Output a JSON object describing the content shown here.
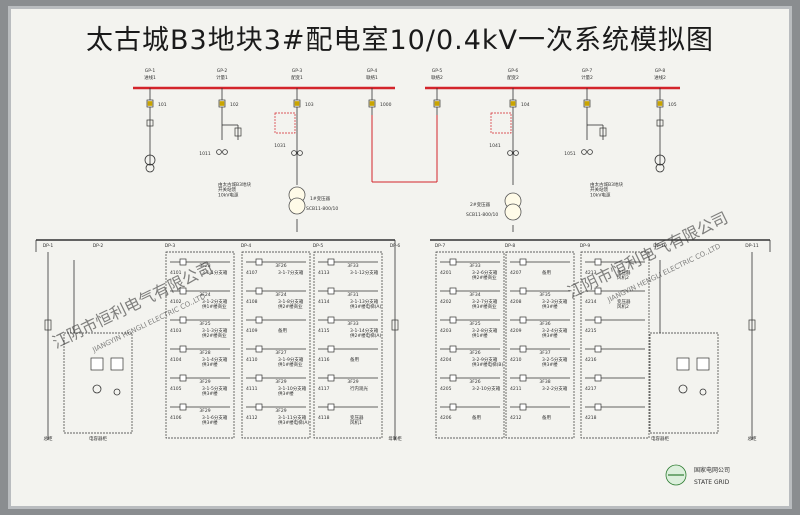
{
  "title": "太古城B3地块3#配电室10/0.4kV一次系统模拟图",
  "logo": {
    "cn": "国家电网公司",
    "en": "STATE GRID"
  },
  "watermark": {
    "cn": "江阴市恒利电气有限公司",
    "en": "JIANGYIN HENGLI ELECTRIC CO.,LTD"
  },
  "hv_left": {
    "cabinets": [
      {
        "id": "GP-1",
        "name": "进线1"
      },
      {
        "id": "GP-2",
        "name": "计量1"
      },
      {
        "id": "GP-3",
        "name": "配变1"
      },
      {
        "id": "GP-4",
        "name": "联络1"
      }
    ],
    "switches": [
      "101",
      "102",
      "103",
      "1000"
    ],
    "ct": [
      "1011",
      "1031"
    ],
    "feed_note": "由太古城B3地块\n开关站馈\n10kV电源"
  },
  "hv_right": {
    "cabinets": [
      {
        "id": "GP-5",
        "name": "联络2"
      },
      {
        "id": "GP-6",
        "name": "配变2"
      },
      {
        "id": "GP-7",
        "name": "计量2"
      },
      {
        "id": "GP-8",
        "name": "进线2"
      }
    ],
    "switches": [
      "104",
      "105"
    ],
    "ct": [
      "1041",
      "1051"
    ],
    "feed_note": "由太古城B3地块\n开关站馈\n10kV电源"
  },
  "transformers": [
    {
      "name": "1#变压器",
      "model": "SCB11-800/10"
    },
    {
      "name": "2#变压器",
      "model": "SCB11-800/10"
    }
  ],
  "lv_cabinets": [
    "DP-1",
    "DP-2",
    "DP-3",
    "DP-4",
    "DP-5",
    "DP-6",
    "DP-7",
    "DP-8",
    "DP-9",
    "DP-10",
    "DP-11"
  ],
  "lv_bottom_labels": [
    "总柜",
    "电容器柜",
    "",
    "",
    "",
    "母联柜",
    "",
    "",
    "",
    "电容器柜",
    "总柜"
  ],
  "lv_left_feeders": [
    {
      "col": 3,
      "rows": [
        {
          "code": "4101",
          "box": "3F23",
          "text": "3-1-1分支箱"
        },
        {
          "code": "4102",
          "box": "3F24",
          "text": "3-1-2分支箱\n供1#楼商业"
        },
        {
          "code": "4103",
          "box": "3F25",
          "text": "3-1-3分支箱\n供2#楼商业"
        },
        {
          "code": "4104",
          "box": "3F28",
          "text": "3-1-4分支箱\n供3#楼"
        },
        {
          "code": "4105",
          "box": "3F29",
          "text": "3-1-5分支箱\n供3#楼"
        },
        {
          "code": "4106",
          "box": "3F29",
          "text": "3-1-6分支箱\n供3#楼"
        }
      ]
    },
    {
      "col": 4,
      "rows": [
        {
          "code": "4107",
          "box": "3F26",
          "text": "3-1-7分支箱"
        },
        {
          "code": "4108",
          "box": "3F24",
          "text": "3-1-8分支箱\n供2#楼商业"
        },
        {
          "code": "4109",
          "box": "",
          "text": "备用"
        },
        {
          "code": "4110",
          "box": "3F27",
          "text": "3-1-9分支箱\n供1#楼商业"
        },
        {
          "code": "4111",
          "box": "3F29",
          "text": "3-1-10分支箱\n供3#楼"
        },
        {
          "code": "4112",
          "box": "3F29",
          "text": "3-1-11分支箱\n供3#楼电梯(A)"
        }
      ]
    },
    {
      "col": 5,
      "rows": [
        {
          "code": "4113",
          "box": "3F33",
          "text": "3-1-12分支箱"
        },
        {
          "code": "4114",
          "box": "3F31",
          "text": "3-1-13分支箱\n供3#楼电梯(A)"
        },
        {
          "code": "4115",
          "box": "3F33",
          "text": "3-1-14分支箱\n供2#楼电梯(A)"
        },
        {
          "code": "4116",
          "box": "",
          "text": "备用"
        },
        {
          "code": "4117",
          "box": "3F29",
          "text": "行内观光"
        },
        {
          "code": "4118",
          "box": "",
          "text": "变压器\n风机1"
        }
      ]
    }
  ],
  "lv_right_feeders": [
    {
      "col": 7,
      "rows": [
        {
          "code": "4201",
          "box": "3F33",
          "text": "3-2-6分支箱\n供2#楼商业"
        },
        {
          "code": "4202",
          "box": "3F34",
          "text": "3-2-7分支箱\n供3#楼商业"
        },
        {
          "code": "4203",
          "box": "3F25",
          "text": "3-2-8分支箱\n供1#楼"
        },
        {
          "code": "4204",
          "box": "3F26",
          "text": "3-2-9分支箱\n供3#楼电梯(B)"
        },
        {
          "code": "4205",
          "box": "3F26",
          "text": "3-2-10分支箱"
        },
        {
          "code": "4206",
          "box": "",
          "text": "备用"
        }
      ]
    },
    {
      "col": 8,
      "rows": [
        {
          "code": "4207",
          "box": "",
          "text": "备用"
        },
        {
          "code": "4208",
          "box": "3F35",
          "text": "3-2-3分支箱\n供3#楼"
        },
        {
          "code": "4209",
          "box": "3F36",
          "text": "3-2-4分支箱\n供3#楼"
        },
        {
          "code": "4210",
          "box": "3F37",
          "text": "3-2-5分支箱\n供3#楼"
        },
        {
          "code": "4211",
          "box": "3F38",
          "text": "3-2-2分支箱"
        },
        {
          "code": "4212",
          "box": "",
          "text": "备用"
        }
      ]
    },
    {
      "col": 9,
      "rows": [
        {
          "code": "4213",
          "box": "",
          "text": "变压器\n风机2"
        },
        {
          "code": "4214",
          "box": "",
          "text": "变压器\n风机2"
        },
        {
          "code": "4215",
          "box": "",
          "text": ""
        },
        {
          "code": "4216",
          "box": "",
          "text": ""
        },
        {
          "code": "4217",
          "box": "",
          "text": ""
        },
        {
          "code": "4218",
          "box": "",
          "text": ""
        }
      ]
    }
  ],
  "colors": {
    "busbar": "#d3242b",
    "line": "#333333",
    "switch": "#c9a400",
    "watermark": "#5aa0c8",
    "logo_green": "#2e7d32"
  }
}
